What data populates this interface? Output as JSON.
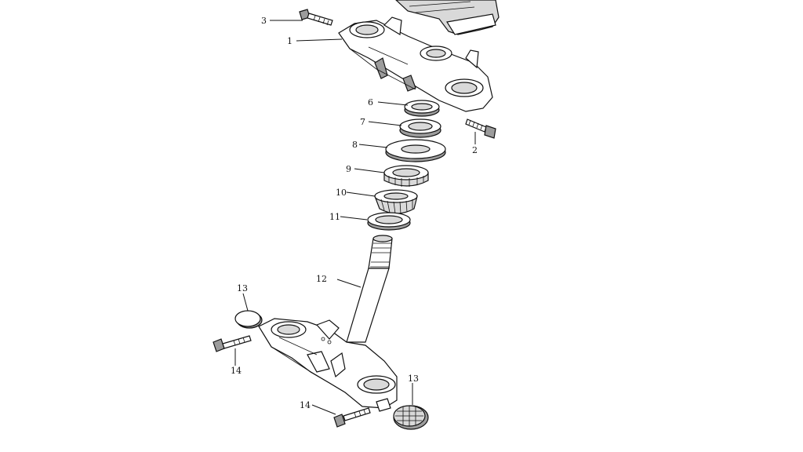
{
  "diagram": {
    "callouts": [
      {
        "id": "c3",
        "text": "3"
      },
      {
        "id": "c1",
        "text": "1"
      },
      {
        "id": "c6",
        "text": "6"
      },
      {
        "id": "c7",
        "text": "7"
      },
      {
        "id": "c8",
        "text": "8"
      },
      {
        "id": "c2",
        "text": "2"
      },
      {
        "id": "c9",
        "text": "9"
      },
      {
        "id": "c10",
        "text": "10"
      },
      {
        "id": "c11",
        "text": "11"
      },
      {
        "id": "c12",
        "text": "12"
      },
      {
        "id": "c13a",
        "text": "13"
      },
      {
        "id": "c14a",
        "text": "14"
      },
      {
        "id": "c13b",
        "text": "13"
      },
      {
        "id": "c14b",
        "text": "14"
      }
    ]
  }
}
